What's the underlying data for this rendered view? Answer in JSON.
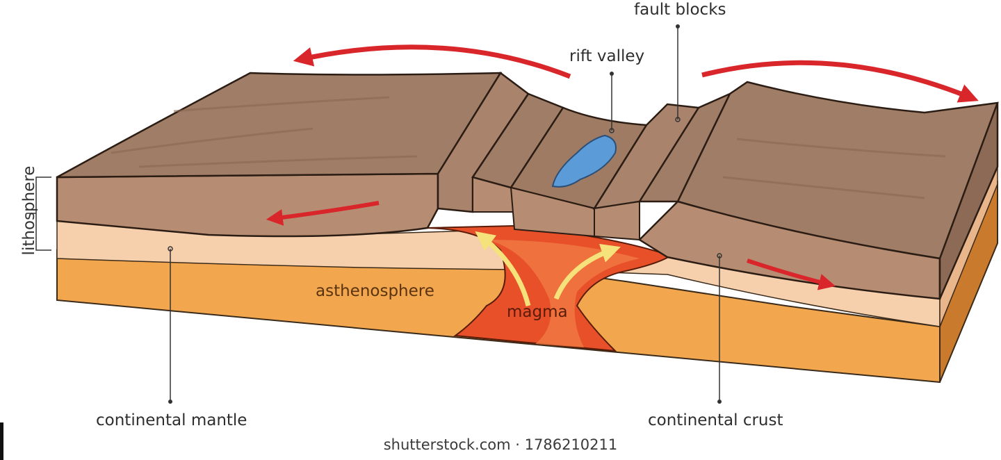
{
  "labels": {
    "fault_blocks": "fault blocks",
    "rift_valley": "rift valley",
    "lithosphere": "lithosphere",
    "asthenosphere": "asthenosphere",
    "magma": "magma",
    "continental_mantle": "continental mantle",
    "continental_crust": "continental crust"
  },
  "credit": {
    "site": "shutterstock.com",
    "separator": "·",
    "image_number": "1786210211"
  },
  "colors": {
    "crust_top": "#a07d66",
    "crust_side": "#b68d73",
    "mantle_light": "#f3c7a2",
    "asthenosphere": "#f2a64e",
    "magma": "#e8502a",
    "water": "#5b9bd8",
    "arrow": "#d9262b",
    "flow_arrow": "#f6e27a"
  }
}
